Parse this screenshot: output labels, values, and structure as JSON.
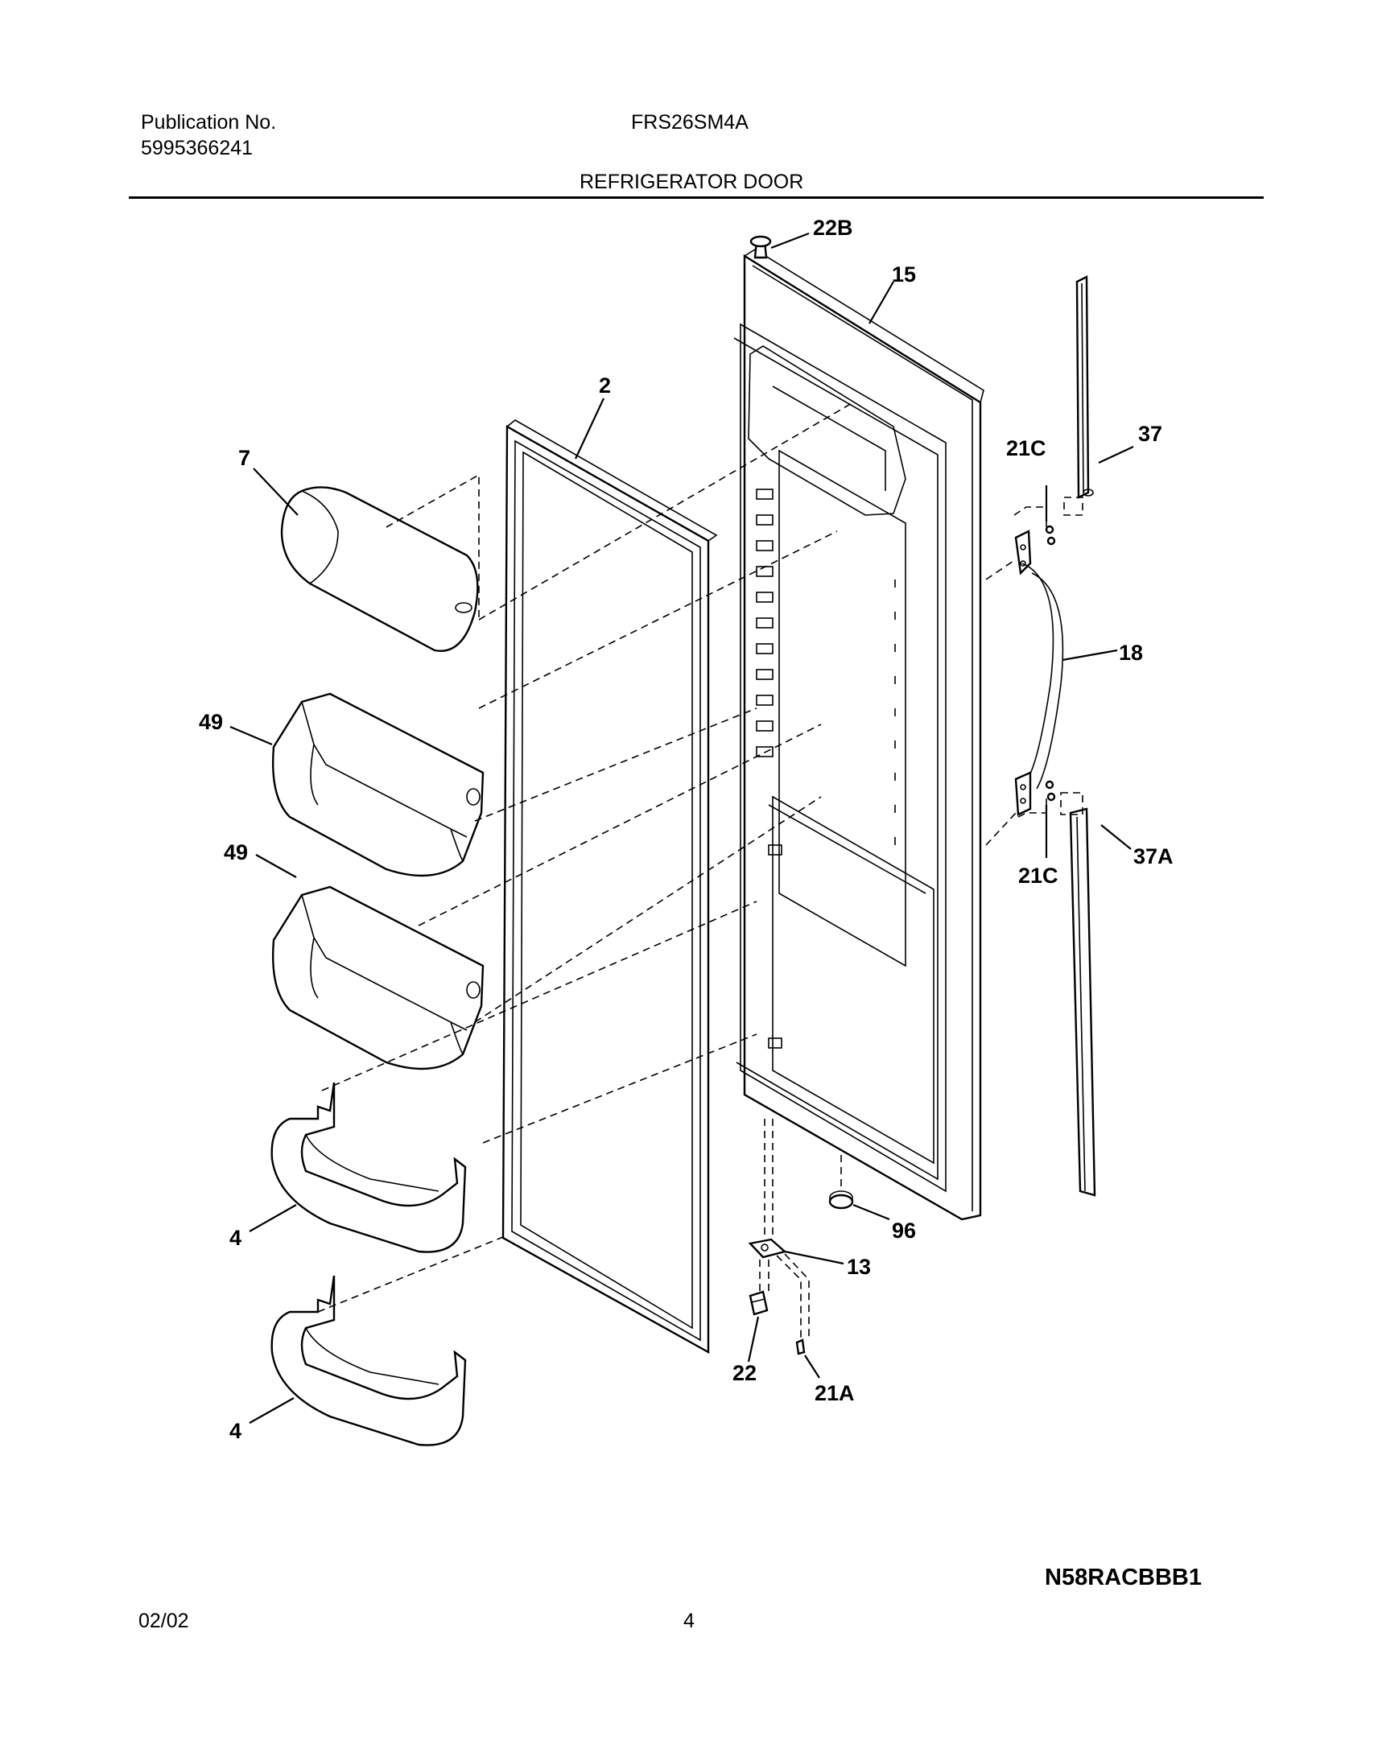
{
  "header": {
    "publication_label": "Publication No.",
    "publication_number": "5995366241",
    "model": "FRS26SM4A",
    "section_title": "REFRIGERATOR DOOR"
  },
  "callouts": {
    "c22B": "22B",
    "c15": "15",
    "c2": "2",
    "c7": "7",
    "c37": "37",
    "c21C_top": "21C",
    "c18": "18",
    "c49_top": "49",
    "c49_bottom": "49",
    "c21C_bottom": "21C",
    "c37A": "37A",
    "c4_top": "4",
    "c4_bottom": "4",
    "c96": "96",
    "c13": "13",
    "c22": "22",
    "c21A": "21A"
  },
  "footer": {
    "drawing_id": "N58RACBBB1",
    "date": "02/02",
    "page_number": "4"
  }
}
